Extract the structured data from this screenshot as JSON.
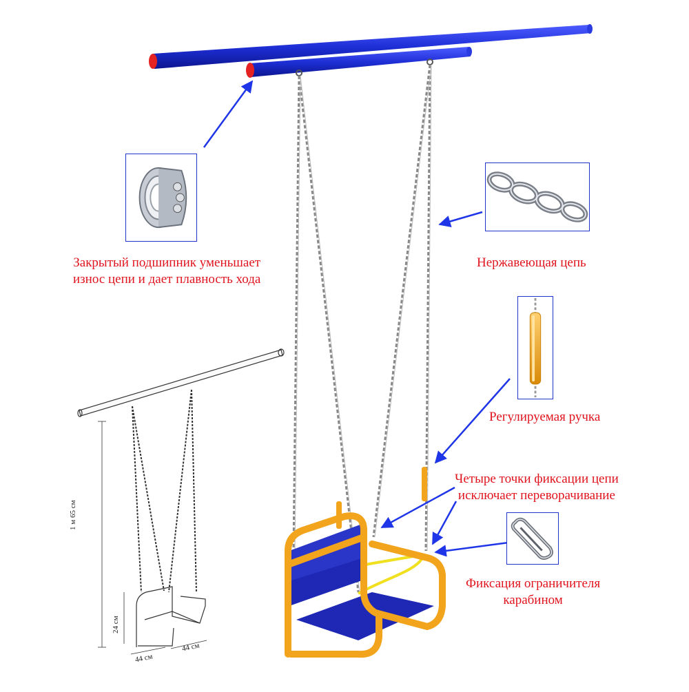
{
  "captions": {
    "bearing": [
      "Закрытый подшипник уменьшает",
      "износ цепи и дает плавность хода"
    ],
    "chain": "Нержавеющая цепь",
    "handle": "Регулируемая ручка",
    "fixation": [
      "Четыре точки фиксации цепи",
      "исключает переворачивание"
    ],
    "carabiner": [
      "Фиксация ограничителя",
      "карабином"
    ]
  },
  "dimensions": {
    "height": "1 м 65 см",
    "seat_height": "24 см",
    "width": "44 см",
    "depth": "44 см"
  },
  "colors": {
    "beam": "#1e2fd6",
    "beam_end": "#e52222",
    "frame": "#f2a51c",
    "panel": "#1e28b4",
    "chain": "#8a8a8a",
    "restraint": "#f0e020",
    "arrow": "#1f35e8",
    "caption": "#e0141e"
  },
  "icons": [
    "bearing-icon",
    "chain-link-icon",
    "handle-icon",
    "carabiner-icon"
  ]
}
